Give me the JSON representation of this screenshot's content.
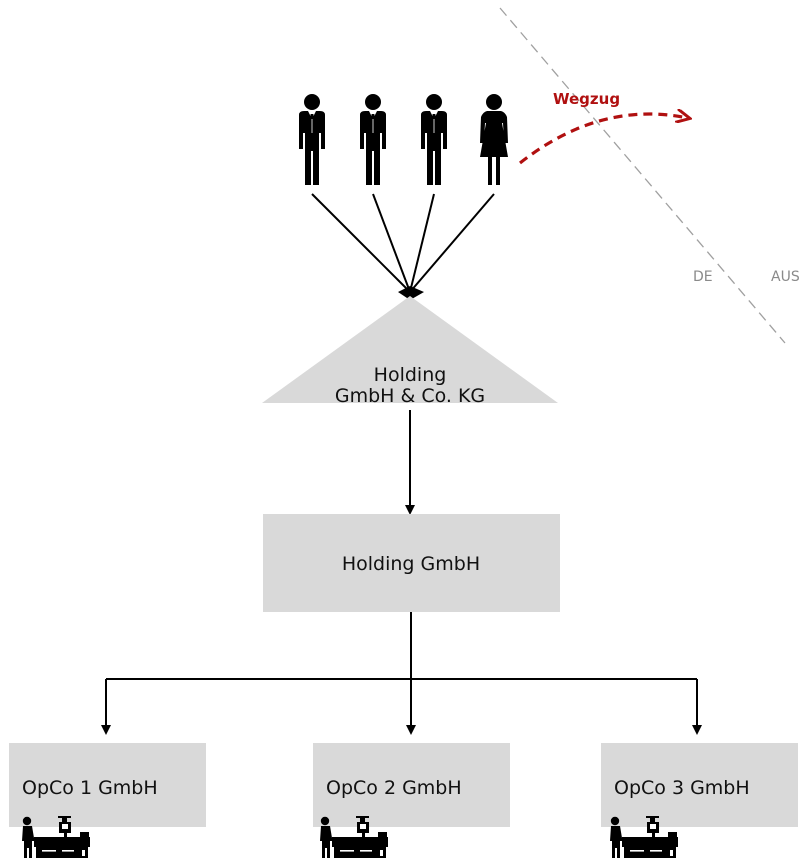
{
  "arrow_label": "Wegzug",
  "border": {
    "left_label": "DE",
    "right_label": "AUS"
  },
  "holding_kg": {
    "line1": "Holding",
    "line2": "GmbH & Co. KG"
  },
  "holding_gmbh": {
    "label": "Holding GmbH"
  },
  "opcos": [
    {
      "label": "OpCo 1 GmbH"
    },
    {
      "label": "OpCo 2 GmbH"
    },
    {
      "label": "OpCo 3 GmbH"
    }
  ],
  "colors": {
    "box_fill": "#d9d9d9",
    "arrow_red": "#b01010",
    "border_gray": "#a0a0a0",
    "line": "#000000"
  },
  "icons": [
    "man-icon",
    "woman-icon",
    "worker-machine-icon"
  ]
}
